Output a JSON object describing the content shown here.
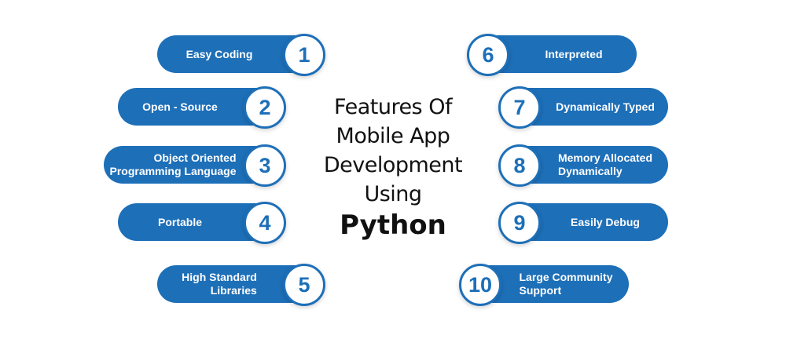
{
  "title": {
    "text": "Features Of\nMobile App\nDevelopment\nUsing",
    "emphasis": "Python"
  },
  "colors": {
    "accent": "#1d6fb8",
    "badge_bg": "#ffffff",
    "title": "#111111"
  },
  "features": [
    {
      "num": "1",
      "label": "Easy Coding"
    },
    {
      "num": "2",
      "label": "Open - Source"
    },
    {
      "num": "3",
      "label": "Object Oriented\nProgramming Language"
    },
    {
      "num": "4",
      "label": "Portable"
    },
    {
      "num": "5",
      "label": "High Standard\nLibraries"
    },
    {
      "num": "6",
      "label": "Interpreted"
    },
    {
      "num": "7",
      "label": "Dynamically Typed"
    },
    {
      "num": "8",
      "label": "Memory Allocated\nDynamically"
    },
    {
      "num": "9",
      "label": "Easily Debug"
    },
    {
      "num": "10",
      "label": "Large Community\nSupport"
    }
  ]
}
